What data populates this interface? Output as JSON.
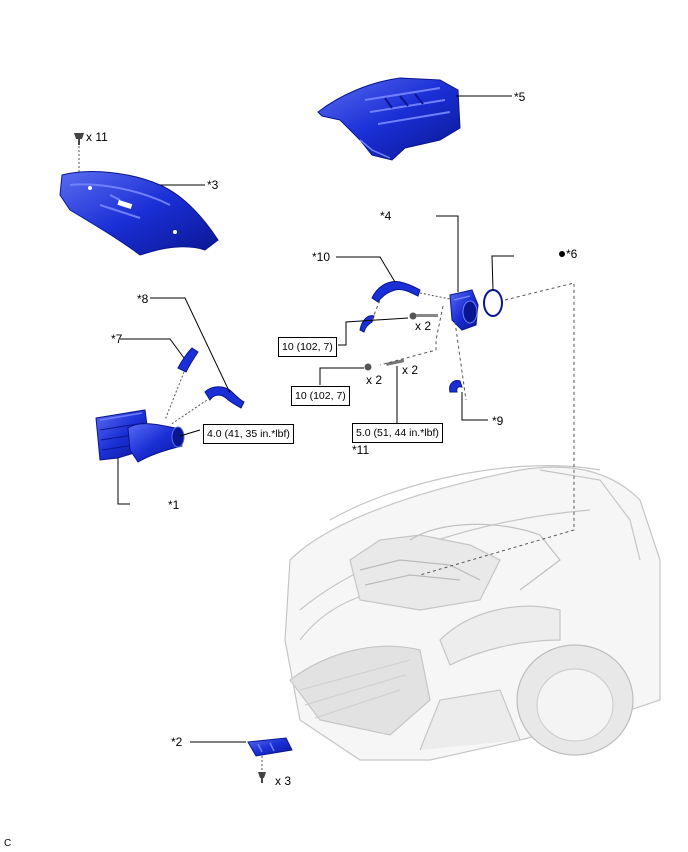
{
  "labels": {
    "p1": "*1",
    "p2": "*2",
    "p3": "*3",
    "p4": "*4",
    "p5": "*5",
    "p6": "*6",
    "p7": "*7",
    "p8": "*8",
    "p9": "*9",
    "p10": "*10",
    "p11": "*11"
  },
  "quantities": {
    "clip_x11": "x 11",
    "bolt_x2": "x 2",
    "nut_x2": "x 2",
    "stud_x2": "x 2",
    "screw_x3": "x 3"
  },
  "torques": {
    "bolt": "10 (102, 7)",
    "nut": "10 (102, 7)",
    "stud": "5.0 (51, 44 in.*lbf)",
    "clamp": "4.0 (41, 35 in.*lbf)"
  },
  "corner_code": "C",
  "colors": {
    "part_fill": "#1a2fd6",
    "part_dark": "#0a1690",
    "part_light": "#5a6cf0",
    "vehicle_line": "#c8c8c8"
  }
}
